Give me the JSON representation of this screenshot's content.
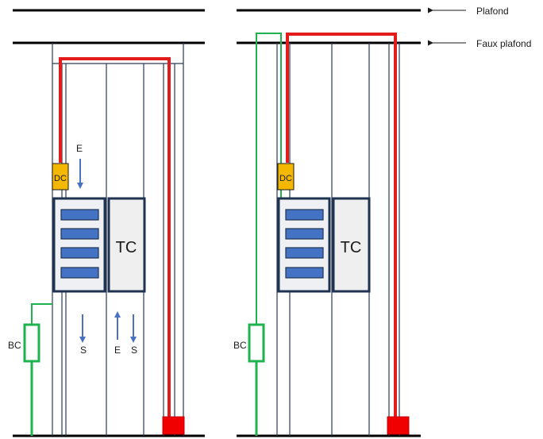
{
  "labels": {
    "plafond": "Plafond",
    "faux_plafond": "Faux plafond",
    "dc": "DC",
    "tc": "TC",
    "bc": "BC",
    "entree": "E",
    "sortie": "S"
  },
  "colors": {
    "red_pipe": "#e41b1b",
    "green_pipe": "#1fb34f",
    "dc_box": "#f5b800",
    "rack_border": "#1f3350",
    "slot_fill": "#4472c4",
    "tc_fill": "#efefef",
    "arrow_blue": "#4a72c0"
  }
}
